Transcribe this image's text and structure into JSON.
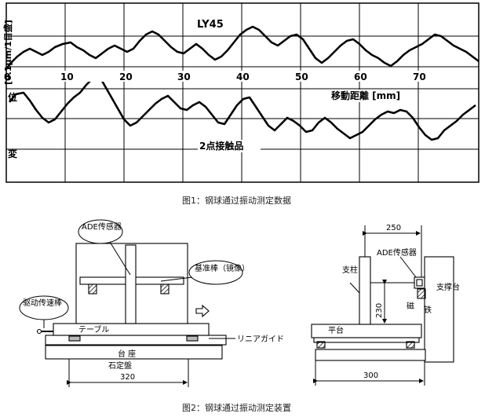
{
  "fig1": {
    "title": "LY45",
    "ylabel_unit": "[0.1μm/1目盛]",
    "ylabel_char1": "変",
    "ylabel_char2": "位",
    "xaxis_label": "移動距離 [mm]",
    "ticks": [
      "0",
      "10",
      "20",
      "30",
      "40",
      "50",
      "60",
      "70"
    ],
    "sample_label": "2点接触品",
    "caption": "图1：钢球通过振动测定数据"
  },
  "fig2": {
    "caption": "图2：钢球通过振动测定装置",
    "left": {
      "ade_label": "ADE传感器",
      "ref_bar_label": "基准棒（镜像）",
      "drive_label": "驱动传速棒",
      "table_label": "テーブル",
      "base_label": "台 座",
      "stone_label": "石定盤",
      "guide_label": "リニアガイド",
      "dim_width": "320"
    },
    "right": {
      "dim_top": "250",
      "ade_label": "ADE传感器",
      "column_label": "支柱",
      "platform_label": "平台",
      "support_label": "支撑台",
      "magnet_label": "磁",
      "iron_label": "铁",
      "dim_height": "230",
      "dim_width": "300"
    }
  }
}
